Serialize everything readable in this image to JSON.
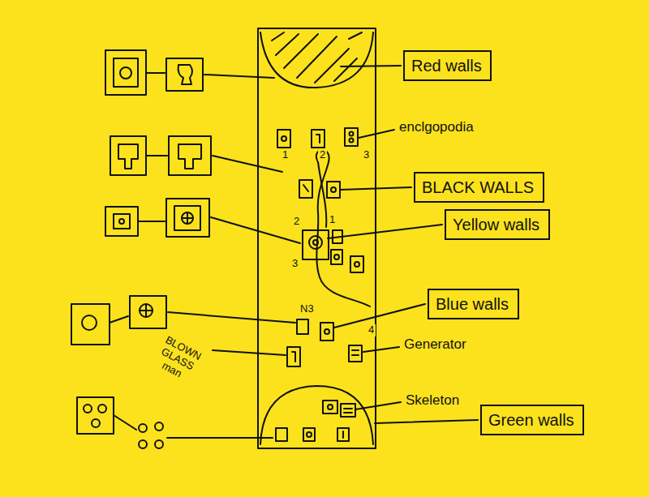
{
  "diagram": {
    "nodes": [
      {
        "text": [
          "Red walls"
        ]
      },
      {
        "text": [
          "BLACK WALLS"
        ]
      },
      {
        "text": [
          "Yellow walls"
        ]
      },
      {
        "text": [
          "Blue walls"
        ]
      },
      {
        "text": [
          "Green walls"
        ]
      }
    ],
    "labels": [
      "enclgopodia",
      "1",
      "2",
      "3",
      "2",
      "1",
      "3",
      "N3",
      "4",
      "Generator",
      "BLOWN GLASS man",
      "Skeleton"
    ]
  }
}
